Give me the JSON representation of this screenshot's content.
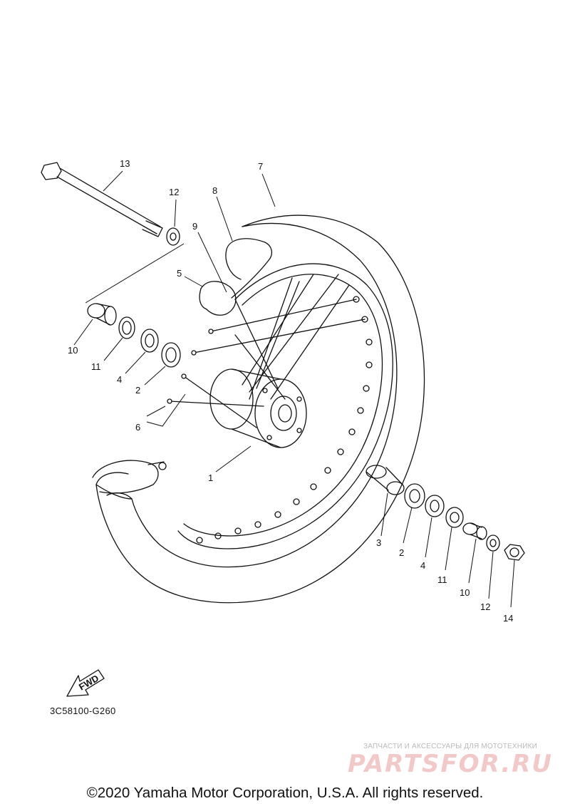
{
  "callouts": [
    {
      "id": "13",
      "label": "13"
    },
    {
      "id": "12a",
      "label": "12"
    },
    {
      "id": "7",
      "label": "7"
    },
    {
      "id": "8",
      "label": "8"
    },
    {
      "id": "9",
      "label": "9"
    },
    {
      "id": "5",
      "label": "5"
    },
    {
      "id": "10a",
      "label": "10"
    },
    {
      "id": "11a",
      "label": "11"
    },
    {
      "id": "4a",
      "label": "4"
    },
    {
      "id": "2a",
      "label": "2"
    },
    {
      "id": "6",
      "label": "6"
    },
    {
      "id": "1",
      "label": "1"
    },
    {
      "id": "3",
      "label": "3"
    },
    {
      "id": "2b",
      "label": "2"
    },
    {
      "id": "4b",
      "label": "4"
    },
    {
      "id": "11b",
      "label": "11"
    },
    {
      "id": "10b",
      "label": "10"
    },
    {
      "id": "12b",
      "label": "12"
    },
    {
      "id": "14",
      "label": "14"
    }
  ],
  "fwd_label": "FWD",
  "diagram_code": "3C58100-G260",
  "watermark": {
    "tagline": "ЗАПЧАСТИ И АКСЕССУАРЫ ДЛЯ МОТОТЕХНИКИ",
    "brand": "PARTSFOR.RU"
  },
  "copyright": "©2020 Yamaha Motor Corporation, U.S.A. All rights reserved."
}
